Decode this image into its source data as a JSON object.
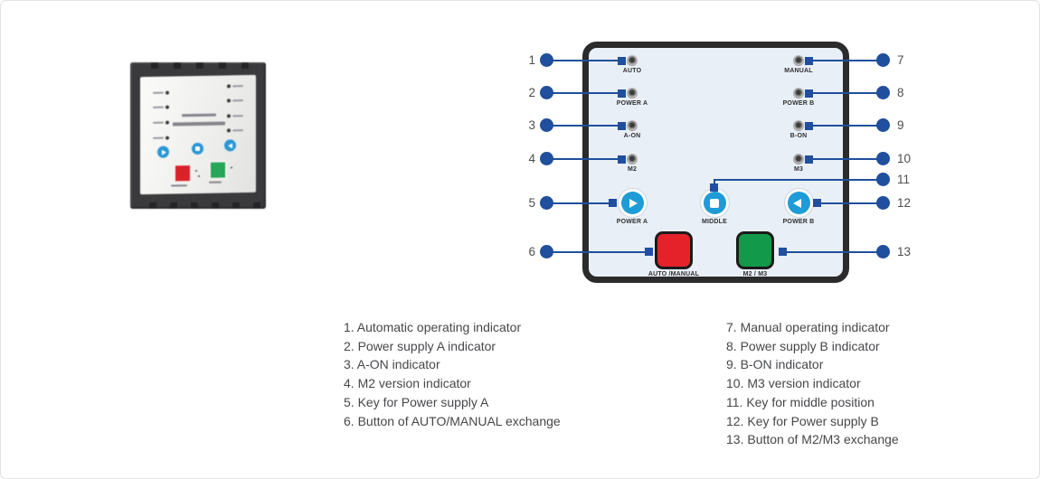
{
  "colors": {
    "callout_blue": "#1f4f9d",
    "key_blue": "#1e9cd7",
    "button_red": "#e5212a",
    "button_green": "#13994a",
    "panel_fill": "#e9eff6",
    "panel_border": "#2b2b2c"
  },
  "diagram": {
    "leds": {
      "l1": {
        "num": "1",
        "label": "AUTO"
      },
      "l2": {
        "num": "2",
        "label": "POWER A"
      },
      "l3": {
        "num": "3",
        "label": "A-ON"
      },
      "l4": {
        "num": "4",
        "label": "M2"
      },
      "r1": {
        "num": "7",
        "label": "MANUAL"
      },
      "r2": {
        "num": "8",
        "label": "POWER B"
      },
      "r3": {
        "num": "9",
        "label": "B-ON"
      },
      "r4": {
        "num": "10",
        "label": "M3"
      }
    },
    "keys": {
      "power_a": {
        "num": "5",
        "label": "POWER A",
        "icon": "play-right-icon"
      },
      "middle": {
        "num": "11",
        "label": "MIDDLE",
        "icon": "stop-square-icon"
      },
      "power_b": {
        "num": "12",
        "label": "POWER B",
        "icon": "play-left-icon"
      }
    },
    "buttons": {
      "auto_manual": {
        "num": "6",
        "label": "AUTO /MANUAL"
      },
      "m2_m3": {
        "num": "13",
        "label": "M2 / M3"
      }
    }
  },
  "legend": {
    "left": [
      "1. Automatic operating indicator",
      "2. Power supply A indicator",
      "3. A-ON indicator",
      "4. M2 version indicator",
      "5. Key for Power supply A",
      "6. Button of AUTO/MANUAL exchange"
    ],
    "right": [
      "7. Manual operating indicator",
      "8. Power supply B indicator",
      "9. B-ON indicator",
      "10. M3 version indicator",
      "11. Key for middle position",
      "12. Key for Power supply B",
      "13. Button of M2/M3 exchange"
    ]
  }
}
